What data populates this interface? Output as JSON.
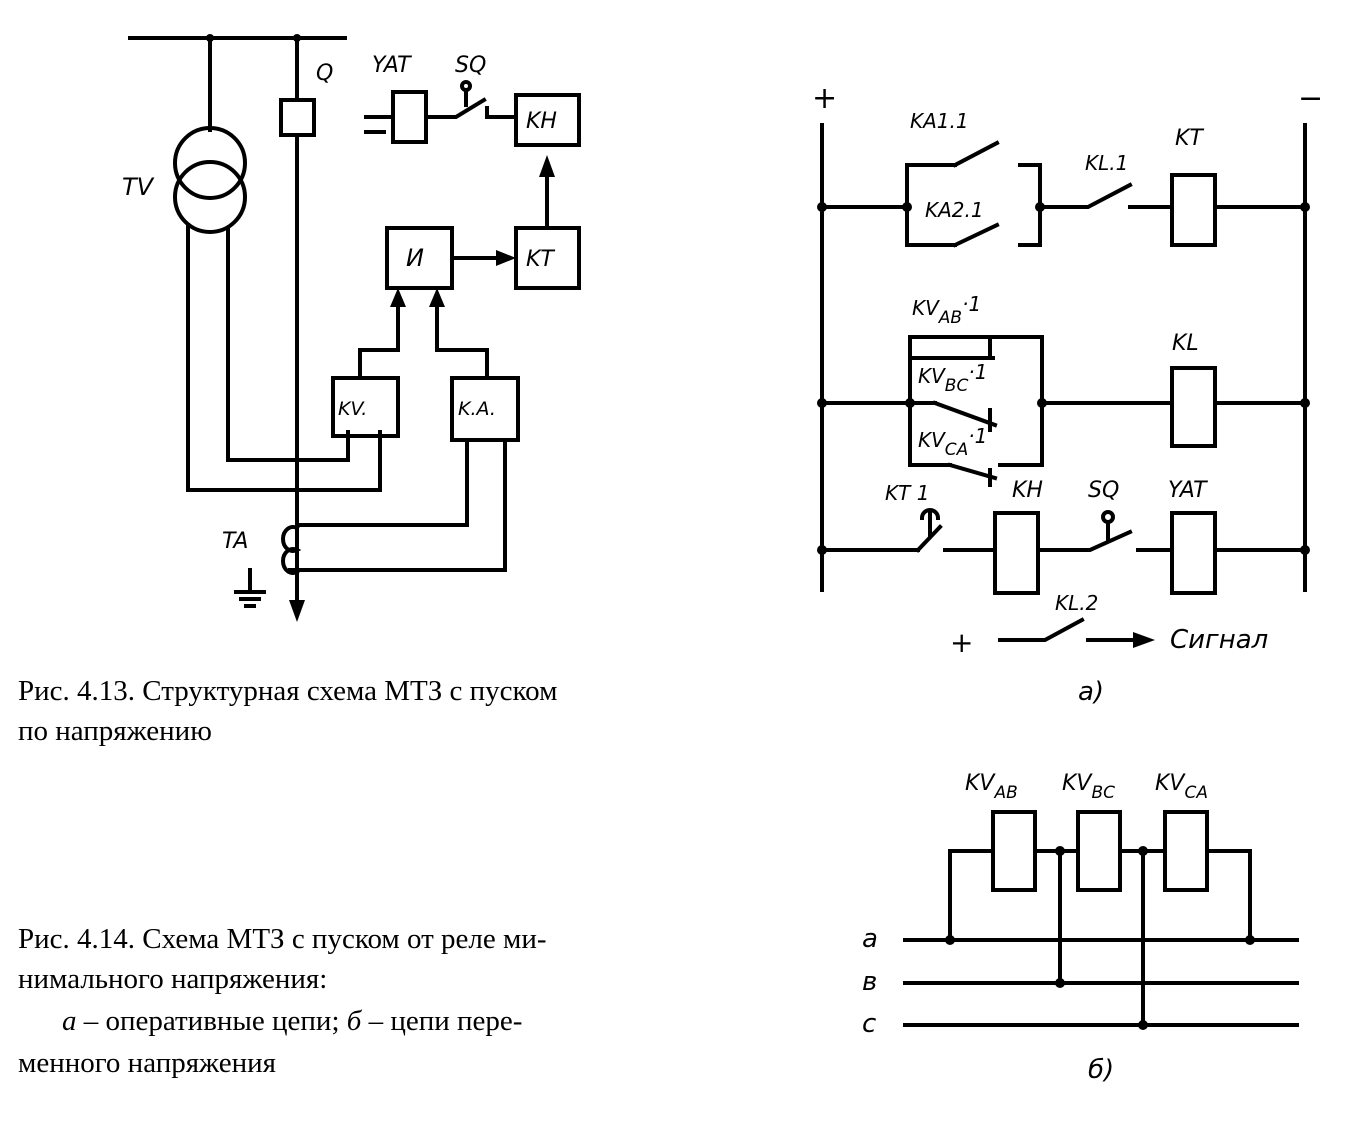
{
  "fig_413": {
    "labels": {
      "TV": "TV",
      "Q": "Q",
      "YAT": "YAT",
      "SQ": "SQ",
      "KH": "KH",
      "KT": "KT",
      "I": "И",
      "KV": "KV.",
      "KA": "K.A.",
      "TA": "TA"
    },
    "caption": {
      "line1": "Рис. 4.13. Структурная схема МТЗ с пуском",
      "line2": "по напряжению"
    }
  },
  "fig_414a": {
    "plus": "+",
    "minus": "−",
    "labels": {
      "KA11": "KA1.1",
      "KA21": "KA2.1",
      "KL1": "KL.1",
      "KT": "KT",
      "KVAB1_main": "KV",
      "KVAB1_sub": "AB",
      "KVAB1_tail": "·1",
      "KL": "KL",
      "KVBC1_main": "KV",
      "KVBC1_sub": "BC",
      "KVBC1_tail": "·1",
      "KVCA1_main": "KV",
      "KVCA1_sub": "CA",
      "KVCA1_tail": "·1",
      "KT1": "KT 1",
      "KH": "KH",
      "SQ": "SQ",
      "YAT": "YAT",
      "KL2": "KL.2",
      "plus2": "+",
      "signal": "Сигнал"
    },
    "tag": "а)"
  },
  "fig_414b": {
    "labels": {
      "KVAB_main": "KV",
      "KVAB_sub": "AB",
      "KVBC_main": "KV",
      "KVBC_sub": "BC",
      "KVCA_main": "KV",
      "KVCA_sub": "CA",
      "a": "a",
      "b": "в",
      "c": "c"
    },
    "tag": "б)"
  },
  "caption_414": {
    "line1": "Рис. 4.14. Схема МТЗ с пуском от реле ми-",
    "line2": "нимального напряжения:",
    "line3_a": "а",
    "line3_rest": " – оперативные цепи; ",
    "line3_b": "б",
    "line3_end": " – цепи пере-",
    "line4": "менного напряжения"
  }
}
